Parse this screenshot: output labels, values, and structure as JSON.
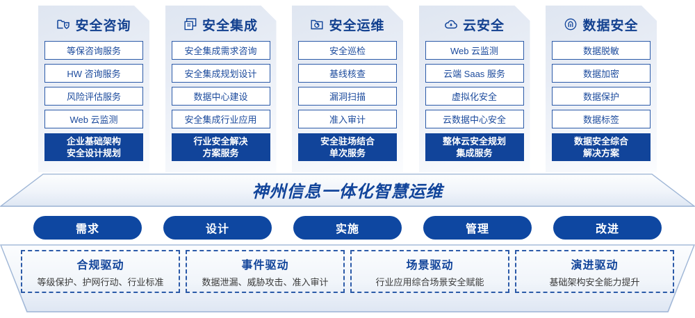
{
  "pillars": [
    {
      "icon": "folder-shield-icon",
      "title": "安全咨询",
      "items": [
        "等保咨询服务",
        "HW 咨询服务",
        "风险评估服务",
        "Web 云监测"
      ],
      "accent": [
        "企业基础架构",
        "安全设计规划"
      ]
    },
    {
      "icon": "stacked-layers-icon",
      "title": "安全集成",
      "items": [
        "安全集成需求咨询",
        "安全集成规划设计",
        "数据中心建设",
        "安全集成行业应用"
      ],
      "accent": [
        "行业安全解决",
        "方案服务"
      ]
    },
    {
      "icon": "folder-chart-icon",
      "title": "安全运维",
      "items": [
        "安全巡检",
        "基线核查",
        "漏洞扫描",
        "准入审计"
      ],
      "accent": [
        "安全驻场结合",
        "单次服务"
      ]
    },
    {
      "icon": "cloud-icon",
      "title": "云安全",
      "items": [
        "Web 云监测",
        "云端 Saas 服务",
        "虚拟化安全",
        "云数据中心安全"
      ],
      "accent": [
        "整体云安全规划",
        "集成服务"
      ]
    },
    {
      "icon": "fingerprint-icon",
      "title": "数据安全",
      "items": [
        "数据脱敏",
        "数据加密",
        "数据保护",
        "数据标签"
      ],
      "accent": [
        "数据安全综合",
        "解决方案"
      ]
    }
  ],
  "banner": {
    "title": "神州信息一体化智慧运维"
  },
  "pills": [
    {
      "label": "需求"
    },
    {
      "label": "设计"
    },
    {
      "label": "实施"
    },
    {
      "label": "管理"
    },
    {
      "label": "改进"
    }
  ],
  "drivers": [
    {
      "title": "合规驱动",
      "sub": "等级保护、护网行动、行业标准"
    },
    {
      "title": "事件驱动",
      "sub": "数据泄漏、威胁攻击、准入审计"
    },
    {
      "title": "场景驱动",
      "sub": "行业应用综合场景安全赋能"
    },
    {
      "title": "演进驱动",
      "sub": "基础架构安全能力提升"
    }
  ],
  "colors": {
    "brand_blue": "#11449a",
    "accent_blue": "#0e47a1",
    "border_blue": "#2b5aa8",
    "panel_light": "#e7ecf5"
  }
}
